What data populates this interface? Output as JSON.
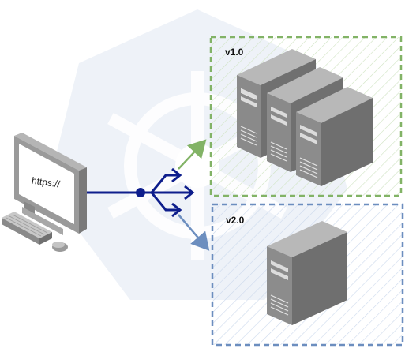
{
  "client": {
    "screen_text": "https://"
  },
  "groups": [
    {
      "label": "v1.0",
      "color": "#82b366",
      "server_count": 3
    },
    {
      "label": "v2.0",
      "color": "#6c8ebf",
      "server_count": 1
    }
  ],
  "colors": {
    "connector": "#0e1e8c",
    "watermark": "#eef2f8",
    "server_front": "#8c8c8c",
    "server_side": "#6f6f6f",
    "server_top": "#b5b5b5"
  },
  "icons": [
    "computer-icon",
    "keyboard-icon",
    "mouse-icon",
    "split-arrow-icon",
    "server-icon",
    "kubernetes-watermark-icon"
  ]
}
